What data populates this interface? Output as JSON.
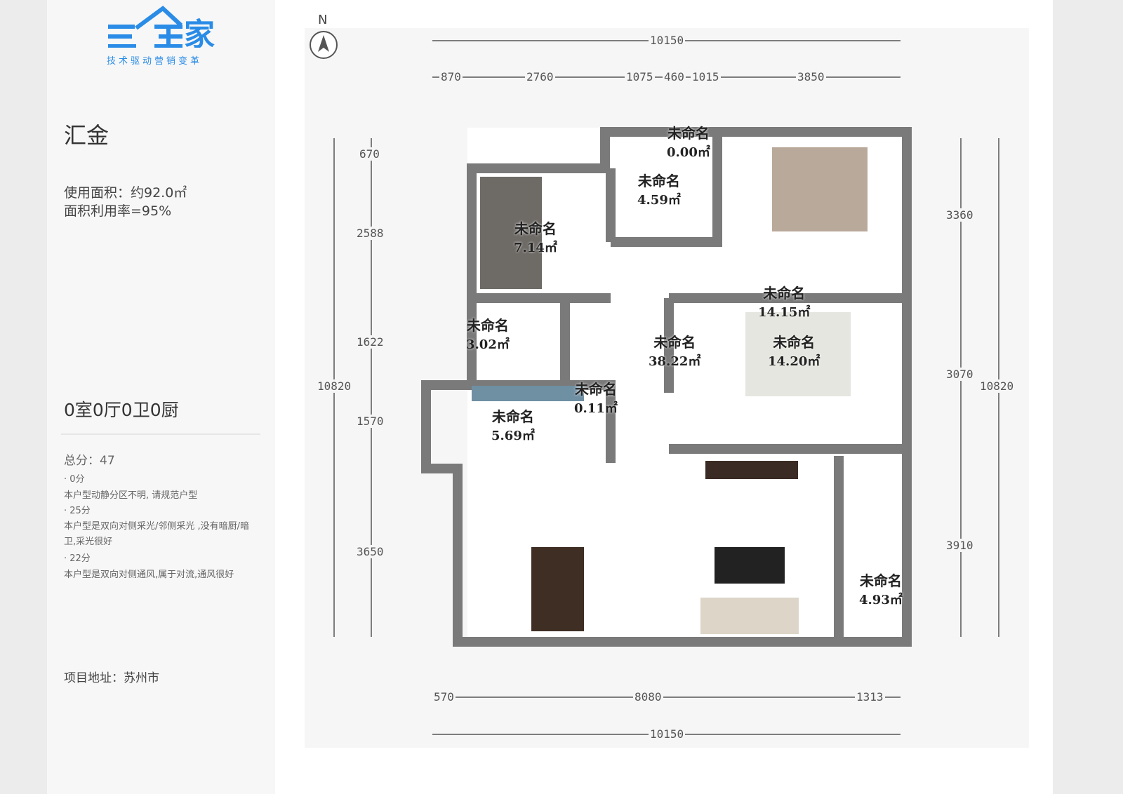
{
  "logo": {
    "text": "三维家",
    "tagline": "技术驱动营销变革",
    "color": "#2a8ce6"
  },
  "project": {
    "name": "汇金",
    "usable_area": "使用面积：约92.0㎡",
    "utilization": "面积利用率=95%",
    "layout": "0室0厅0卫0厨",
    "address": "项目地址：苏州市"
  },
  "score": {
    "total": "总分：47",
    "items": [
      {
        "points": "· 0分",
        "desc": "本户型动静分区不明, 请规范户型"
      },
      {
        "points": "· 25分",
        "desc": "本户型是双向对侧采光/邻侧采光 ,没有暗厨/暗卫,采光很好"
      },
      {
        "points": "· 22分",
        "desc": "本户型是双向对侧通风,属于对流,通风很好"
      }
    ]
  },
  "plan": {
    "north": "N",
    "dims_top": [
      "10150",
      "870",
      "2760",
      "1075",
      "460",
      "1015",
      "3850"
    ],
    "dims_bottom": [
      "570",
      "8080",
      "1313",
      "10150"
    ],
    "dims_left": [
      "670",
      "2588",
      "1622",
      "1570",
      "3650",
      "10820"
    ],
    "dims_right": [
      "3360",
      "3070",
      "3910",
      "10820"
    ],
    "rooms": [
      {
        "name": "未命名",
        "area": "0.00㎡"
      },
      {
        "name": "未命名",
        "area": "4.59㎡"
      },
      {
        "name": "未命名",
        "area": "7.14㎡"
      },
      {
        "name": "未命名",
        "area": "14.15㎡"
      },
      {
        "name": "未命名",
        "area": "3.02㎡"
      },
      {
        "name": "未命名",
        "area": "38.22㎡"
      },
      {
        "name": "未命名",
        "area": "14.20㎡"
      },
      {
        "name": "未命名",
        "area": "0.11㎡"
      },
      {
        "name": "未命名",
        "area": "5.69㎡"
      },
      {
        "name": "未命名",
        "area": "4.93㎡"
      }
    ]
  }
}
